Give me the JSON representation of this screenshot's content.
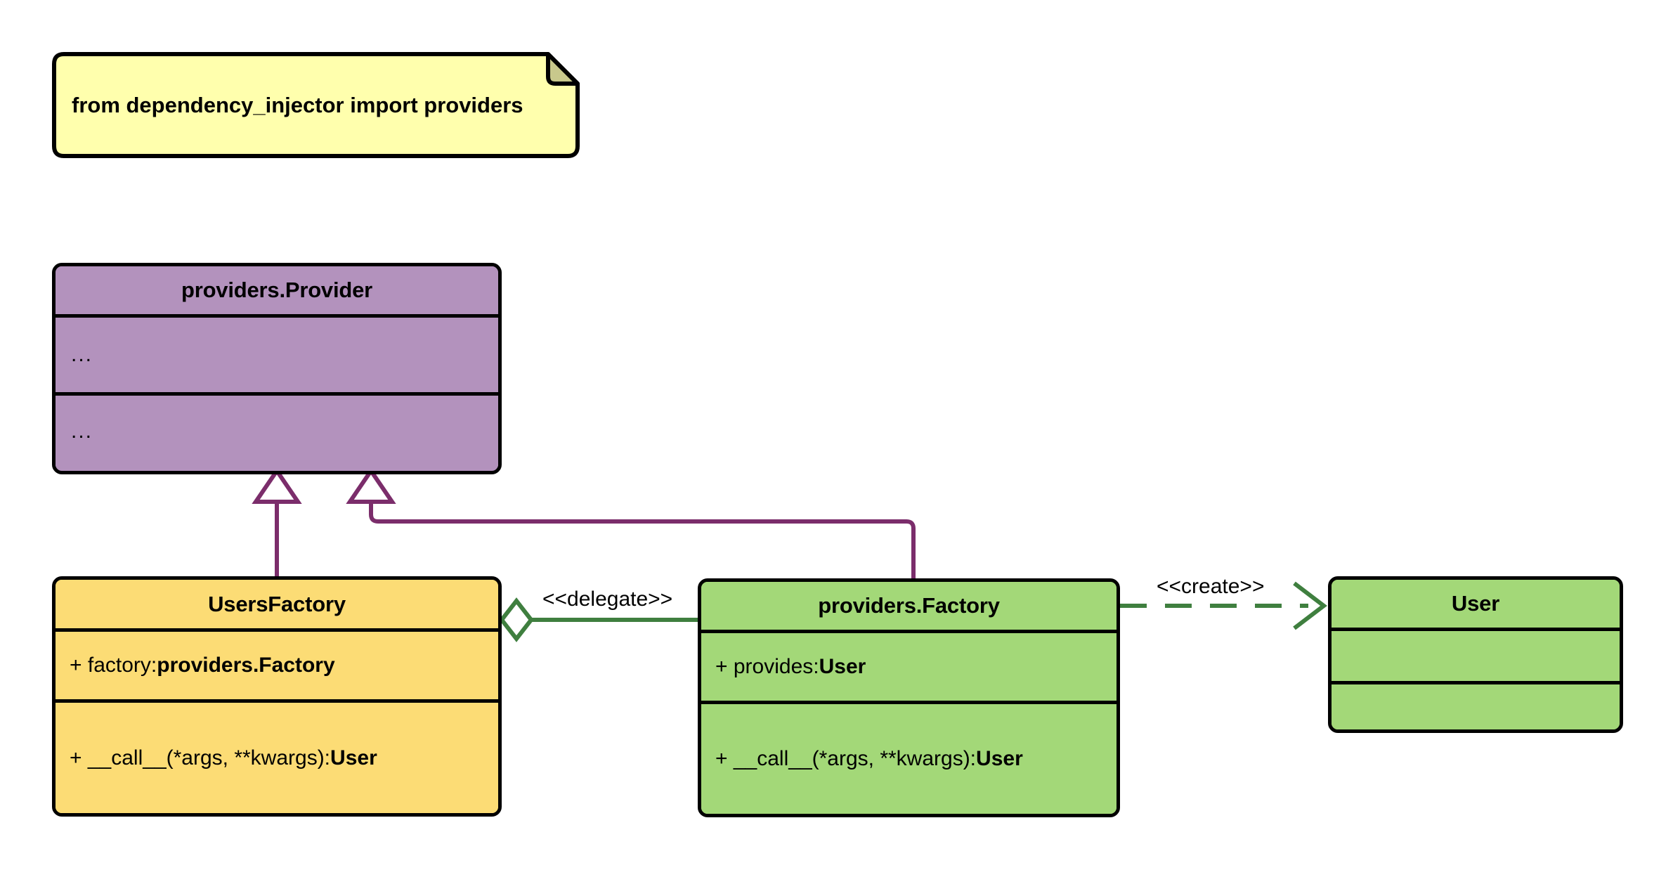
{
  "diagram": {
    "type": "uml-class-diagram",
    "title_note": "from dependency_injector import providers",
    "background": "#ffffff",
    "colors": {
      "note_fill": "#ffffad",
      "note_fold": "#c8c88c",
      "purple_fill": "#b392bd",
      "yellow_fill": "#fcdc75",
      "green_fill": "#a3d878",
      "border": "#000000",
      "inheritance_line": "#7b2d6b",
      "association_line": "#3f7f3f"
    }
  },
  "note": {
    "text": "from dependency_injector import providers"
  },
  "classes": {
    "provider": {
      "name": "providers.Provider",
      "attributes": [
        "..."
      ],
      "methods": [
        "..."
      ]
    },
    "users_factory": {
      "name": "UsersFactory",
      "attributes": [
        {
          "visibility": "+",
          "label": "factory: ",
          "type": "providers.Factory"
        }
      ],
      "methods": [
        {
          "visibility": "+",
          "label": "__call__(*args, **kwargs): ",
          "type": "User"
        }
      ]
    },
    "providers_factory": {
      "name": "providers.Factory",
      "attributes": [
        {
          "visibility": "+",
          "label": "provides: ",
          "type": "User"
        }
      ],
      "methods": [
        {
          "visibility": "+",
          "label": "__call__(*args, **kwargs): ",
          "type": "User"
        }
      ]
    },
    "user": {
      "name": "User",
      "attributes": [
        ""
      ],
      "methods": [
        ""
      ]
    }
  },
  "relationships": {
    "delegate": {
      "label": "<<delegate>>",
      "kind": "aggregation",
      "from": "UsersFactory",
      "to": "providers.Factory"
    },
    "create": {
      "label": "<<create>>",
      "kind": "dependency",
      "from": "providers.Factory",
      "to": "User"
    },
    "inherit_users_factory": {
      "kind": "generalization",
      "from": "UsersFactory",
      "to": "providers.Provider"
    },
    "inherit_providers_factory": {
      "kind": "generalization",
      "from": "providers.Factory",
      "to": "providers.Provider"
    }
  }
}
